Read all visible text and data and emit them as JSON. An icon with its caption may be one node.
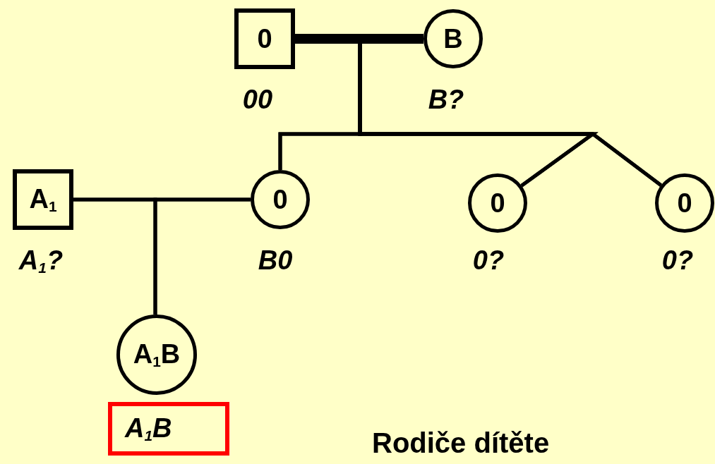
{
  "diagram": {
    "nodes": [
      {
        "text": [
          "0"
        ],
        "beside": [
          "00"
        ]
      },
      {
        "text": [
          "B"
        ],
        "beside": [
          "B?"
        ]
      },
      {
        "text": [
          "A$_{1}$"
        ],
        "beside": [
          "A$_{1}$?"
        ]
      },
      {
        "text": [
          "0"
        ],
        "beside": [
          "B0"
        ]
      },
      {
        "text": [
          "0"
        ],
        "beside": [
          "0?"
        ]
      },
      {
        "text": [
          "0"
        ],
        "beside": [
          "0?"
        ]
      },
      {
        "text": [
          "A$_{1}$B"
        ]
      },
      {
        "text": [
          "A$_{1}$B"
        ]
      }
    ],
    "edges": [
      {
        "from": 0,
        "to": 1,
        "arrow": "none",
        "style": "thick"
      },
      {
        "from": 0,
        "to": 3,
        "arrow": "none"
      },
      {
        "from": 1,
        "to": 3,
        "arrow": "none"
      },
      {
        "from": 0,
        "to": 4,
        "arrow": "none"
      },
      {
        "from": 1,
        "to": 4,
        "arrow": "none"
      },
      {
        "from": 0,
        "to": 5,
        "arrow": "none"
      },
      {
        "from": 1,
        "to": 5,
        "arrow": "none"
      },
      {
        "from": 2,
        "to": 3,
        "arrow": "none"
      },
      {
        "from": 2,
        "to": 6,
        "arrow": "none"
      },
      {
        "from": 3,
        "to": 6,
        "arrow": "none"
      }
    ],
    "labels": [
      "Rodiče dítěte"
    ]
  }
}
